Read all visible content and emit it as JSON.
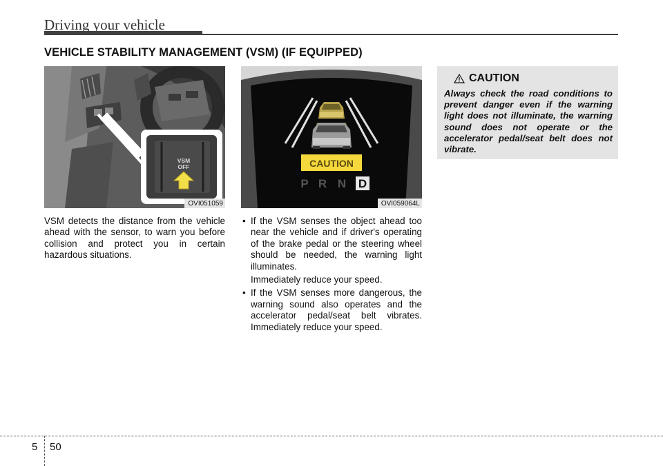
{
  "header": {
    "title": "Driving your vehicle"
  },
  "section": {
    "title": "VEHICLE STABILITY MANAGEMENT (VSM) (IF EQUIPPED)"
  },
  "figures": [
    {
      "code": "OVI051059",
      "button_label_line1": "VSM",
      "button_label_line2": "OFF"
    },
    {
      "code": "OVI059064L",
      "caution_label": "CAUTION",
      "gears": [
        "P",
        "R",
        "N",
        "D"
      ]
    }
  ],
  "column1": {
    "paragraph": "VSM detects the distance from the vehicle ahead with the sensor, to warn you before collision and protect you in certain hazardous situations."
  },
  "column2": {
    "bullets": [
      {
        "text": "If the VSM senses the object ahead too near the vehicle and if driver's operating of the brake pedal or the steering wheel should be needed, the warning light illuminates.",
        "sub": "Immediately reduce your speed."
      },
      {
        "text": "If the VSM senses more dangerous, the warning sound also operates and the accelerator pedal/seat belt vibrates. Immediately reduce your speed.",
        "sub": ""
      }
    ]
  },
  "caution": {
    "title": "CAUTION",
    "text": "Always check the road conditions to prevent danger even if the warning light does not illuminate, the warning sound does not operate or the accelerator pedal/seat belt does not vibrate."
  },
  "footer": {
    "chapter": "5",
    "page": "50"
  },
  "colors": {
    "caution_yellow": "#f5d93c",
    "arrow_yellow": "#f2e04a",
    "box_gray": "#e4e4e4"
  }
}
